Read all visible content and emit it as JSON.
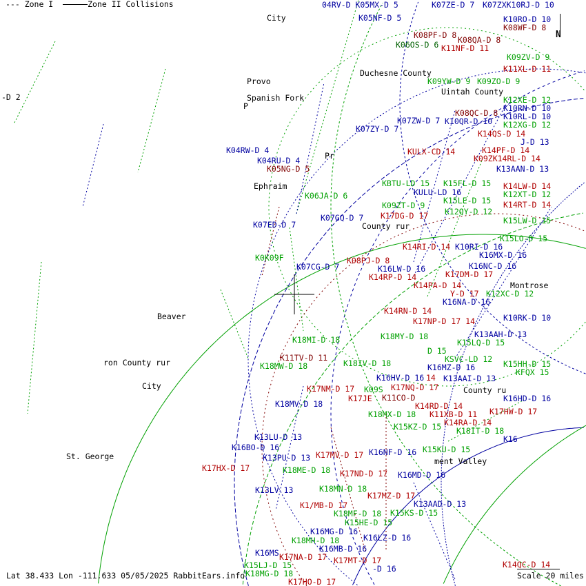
{
  "legend": {
    "zone1": "--- Zone I",
    "zone2": "Zone II Collisions"
  },
  "footer": {
    "coords": "Lat 38.433 Lon -111.633 05/05/2025 RabbitEars.info",
    "scale": "Scale 20 miles"
  },
  "north": "N",
  "colors": {
    "r": "#b00000",
    "m": "#800000",
    "g": "#00a000",
    "b": "#0000a0",
    "k": "#000000",
    "d": "#006000"
  },
  "places": [
    "City",
    "Duchesne County",
    "Provo",
    "Uintah County",
    "-D 2",
    "Spanish Fork",
    "P",
    "Pr",
    "Ephraim",
    "County rur",
    "Montrose",
    "Beaver",
    "ron County rur",
    "City",
    "County ru",
    "St. George",
    "ment Valley"
  ],
  "stations": [
    {
      "t": "04RV-D K05MX-D 5",
      "c": "b"
    },
    {
      "t": "K07ZE-D 7",
      "c": "b"
    },
    {
      "t": "K07ZXK10RJ-D 10",
      "c": "b"
    },
    {
      "t": "K05NF-D 5",
      "c": "b"
    },
    {
      "t": "K10RO-D 10",
      "c": "b"
    },
    {
      "t": "K08WF-D 8",
      "c": "m"
    },
    {
      "t": "K08PF-D 8",
      "c": "m"
    },
    {
      "t": "K08QA-D 8",
      "c": "m"
    },
    {
      "t": "K11NF-D 11",
      "c": "r"
    },
    {
      "t": "K06OS-D 6",
      "c": "d"
    },
    {
      "t": "K09ZV-D 9",
      "c": "g"
    },
    {
      "t": "K09YW-D 9",
      "c": "g"
    },
    {
      "t": "K11XL-D 11",
      "c": "r"
    },
    {
      "t": "K09ZO-D 9",
      "c": "g"
    },
    {
      "t": "K12XE-D 12",
      "c": "g"
    },
    {
      "t": "K10RN-D 10",
      "c": "b"
    },
    {
      "t": "K08QC-D 8",
      "c": "m"
    },
    {
      "t": "K10RL-D 10",
      "c": "b"
    },
    {
      "t": "K07ZW-D 7",
      "c": "b"
    },
    {
      "t": "K10QR-D 10",
      "c": "b"
    },
    {
      "t": "K12XG-D 12",
      "c": "g"
    },
    {
      "t": "K07ZY-D 7",
      "c": "b"
    },
    {
      "t": "K14QS-D 14",
      "c": "r"
    },
    {
      "t": "J-D 13",
      "c": "b"
    },
    {
      "t": "K14PF-D 14",
      "c": "r"
    },
    {
      "t": "K04RW-D 4",
      "c": "b"
    },
    {
      "t": "KULX-CD 14",
      "c": "r"
    },
    {
      "t": "K09ZK14RL-D 14",
      "c": "r"
    },
    {
      "t": "K04RU-D 4",
      "c": "b"
    },
    {
      "t": "K05NG-D 5",
      "c": "m"
    },
    {
      "t": "K13AAN-D 13",
      "c": "b"
    },
    {
      "t": "KBTU-LD 15",
      "c": "g"
    },
    {
      "t": "K15FL-D 15",
      "c": "g"
    },
    {
      "t": "K14LW-D 14",
      "c": "r"
    },
    {
      "t": "KULU-LD 16",
      "c": "b"
    },
    {
      "t": "K06JA-D 6",
      "c": "g"
    },
    {
      "t": "K15LE-D 15",
      "c": "g"
    },
    {
      "t": "K12XT-D 12",
      "c": "g"
    },
    {
      "t": "K14RT-D 14",
      "c": "r"
    },
    {
      "t": "K09ZT-D 9",
      "c": "g"
    },
    {
      "t": "K12QY-D 12",
      "c": "g"
    },
    {
      "t": "K17DG-D 17",
      "c": "r"
    },
    {
      "t": "K15LW-D 15",
      "c": "g"
    },
    {
      "t": "K07ED-D 7",
      "c": "b"
    },
    {
      "t": "K07GQ-D 7",
      "c": "b"
    },
    {
      "t": "K15LO-D 15",
      "c": "g"
    },
    {
      "t": "K10RI-D 16",
      "c": "b"
    },
    {
      "t": "K14RI-D 14",
      "c": "r"
    },
    {
      "t": "K16MX-D 16",
      "c": "b"
    },
    {
      "t": "K0K09F",
      "c": "g"
    },
    {
      "t": "K08PJ-D 8",
      "c": "r"
    },
    {
      "t": "K16LW-D 16",
      "c": "b"
    },
    {
      "t": "K07CG-D 7",
      "c": "b"
    },
    {
      "t": "K14RP-D 14",
      "c": "r"
    },
    {
      "t": "K14PA-D 14",
      "c": "r"
    },
    {
      "t": "K17DM-D 17",
      "c": "r"
    },
    {
      "t": "K16NC-D 16",
      "c": "b"
    },
    {
      "t": "K12XC-D 12",
      "c": "g"
    },
    {
      "t": "Y-D 17",
      "c": "r"
    },
    {
      "t": "K16NA-D 16",
      "c": "b"
    },
    {
      "t": "K14RN-D 14",
      "c": "r"
    },
    {
      "t": "K10RK-D 10",
      "c": "b"
    },
    {
      "t": "K17NP-D 17 14",
      "c": "r"
    },
    {
      "t": "K13AAH-D 13",
      "c": "b"
    },
    {
      "t": "K18MY-D 18",
      "c": "g"
    },
    {
      "t": "K15LQ-D 15",
      "c": "g"
    },
    {
      "t": "K18MI-D 18",
      "c": "g"
    },
    {
      "t": "D 15",
      "c": "g"
    },
    {
      "t": "KSVC-LD 12",
      "c": "g"
    },
    {
      "t": "K11TV-D 11",
      "c": "m"
    },
    {
      "t": "K15HH-D 15",
      "c": "g"
    },
    {
      "t": "K18MW-D 18",
      "c": "g"
    },
    {
      "t": "K18IV-D 18",
      "c": "g"
    },
    {
      "t": "K16MZ-D 16",
      "c": "b"
    },
    {
      "t": "KFQX 15",
      "c": "g"
    },
    {
      "t": "K16HV-D 16",
      "c": "b"
    },
    {
      "t": "14",
      "c": "r"
    },
    {
      "t": "K13AAI-D 13",
      "c": "b"
    },
    {
      "t": "K17NQ-D 17",
      "c": "r"
    },
    {
      "t": "K17NM-D 17",
      "c": "r"
    },
    {
      "t": "K09S",
      "c": "g"
    },
    {
      "t": "K11CO-D",
      "c": "m"
    },
    {
      "t": "K16HD-D 16",
      "c": "b"
    },
    {
      "t": "K14RD-D 14",
      "c": "r"
    },
    {
      "t": "K17JE",
      "c": "r"
    },
    {
      "t": "K18MX-D 18",
      "c": "g"
    },
    {
      "t": "K18MV-D 18",
      "c": "b"
    },
    {
      "t": "K11XB-D 11",
      "c": "r"
    },
    {
      "t": "K17HW-D 17",
      "c": "r"
    },
    {
      "t": "K14RA-D 14",
      "c": "r"
    },
    {
      "t": "K15KZ-D 15",
      "c": "g"
    },
    {
      "t": "K18IT-D 18",
      "c": "g"
    },
    {
      "t": "K13LU-D 13",
      "c": "b"
    },
    {
      "t": "K16",
      "c": "b"
    },
    {
      "t": "K16BO-D 16",
      "c": "b"
    },
    {
      "t": "K16NF-D 16",
      "c": "b"
    },
    {
      "t": "K15KU-D 15",
      "c": "g"
    },
    {
      "t": "K17MV-D 17",
      "c": "r"
    },
    {
      "t": "K13PU-D 13",
      "c": "b"
    },
    {
      "t": "K17HX-D 17",
      "c": "r"
    },
    {
      "t": "K18ME-D 18",
      "c": "g"
    },
    {
      "t": "K17ND-D 17",
      "c": "r"
    },
    {
      "t": "K16MD-D 16",
      "c": "b"
    },
    {
      "t": "K13LV 13",
      "c": "b"
    },
    {
      "t": "K18MN-D 18",
      "c": "g"
    },
    {
      "t": "K17MZ-D 17",
      "c": "r"
    },
    {
      "t": "K13AAD-D 13",
      "c": "b"
    },
    {
      "t": "K1/MB-D 17",
      "c": "r"
    },
    {
      "t": "K18MF-D 18",
      "c": "g"
    },
    {
      "t": "K15KS-D 15",
      "c": "g"
    },
    {
      "t": "K15HE-D 15",
      "c": "g"
    },
    {
      "t": "K16MG-D 16",
      "c": "b"
    },
    {
      "t": "K16LZ-D 16",
      "c": "b"
    },
    {
      "t": "K16MB-D 16",
      "c": "b"
    },
    {
      "t": "K16MS",
      "c": "b"
    },
    {
      "t": "K17NA-D 17",
      "c": "r"
    },
    {
      "t": "K15LJ-D 15",
      "c": "g"
    },
    {
      "t": "K17MT-D 17",
      "c": "r"
    },
    {
      "t": "-D 16",
      "c": "b"
    },
    {
      "t": "K18MG-D 18",
      "c": "g"
    },
    {
      "t": "K17HO-D 17",
      "c": "r"
    },
    {
      "t": "K18MH-D 18",
      "c": "g"
    },
    {
      "t": "K14QC-D 14",
      "c": "r"
    }
  ]
}
